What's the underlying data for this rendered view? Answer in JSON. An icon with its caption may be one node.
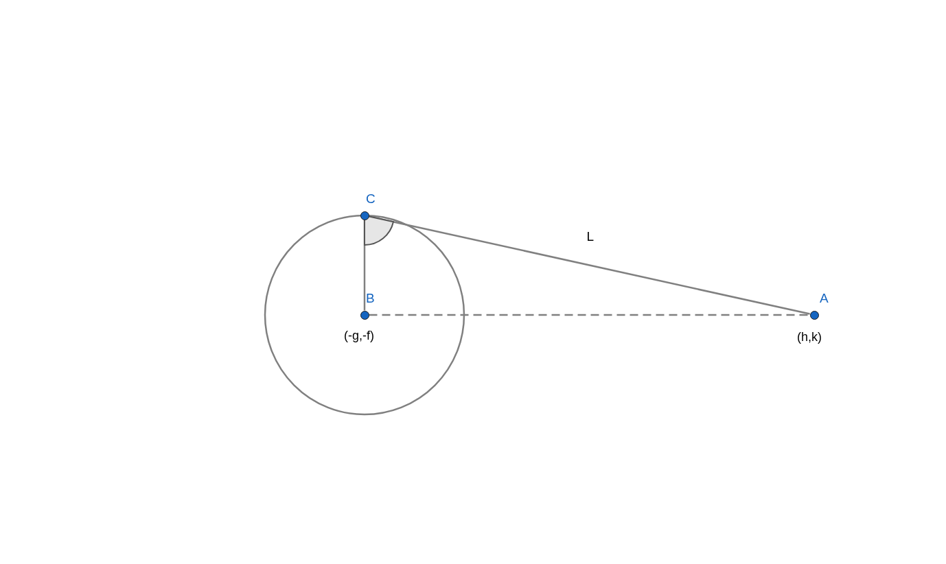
{
  "diagram": {
    "nodes": [
      {
        "text": [
          "C"
        ]
      },
      {
        "text": [
          "B"
        ],
        "beside": [
          "(-g,-f)"
        ]
      },
      {
        "text": [
          "A"
        ],
        "beside": [
          "(h,k)"
        ]
      }
    ],
    "edges": [
      {
        "from": 0,
        "to": 1,
        "arrow": "none"
      },
      {
        "from": 1,
        "to": 2,
        "arrow": "none",
        "style": "dashed"
      },
      {
        "from": 0,
        "to": 2,
        "arrow": "none",
        "label": "L"
      }
    ]
  }
}
